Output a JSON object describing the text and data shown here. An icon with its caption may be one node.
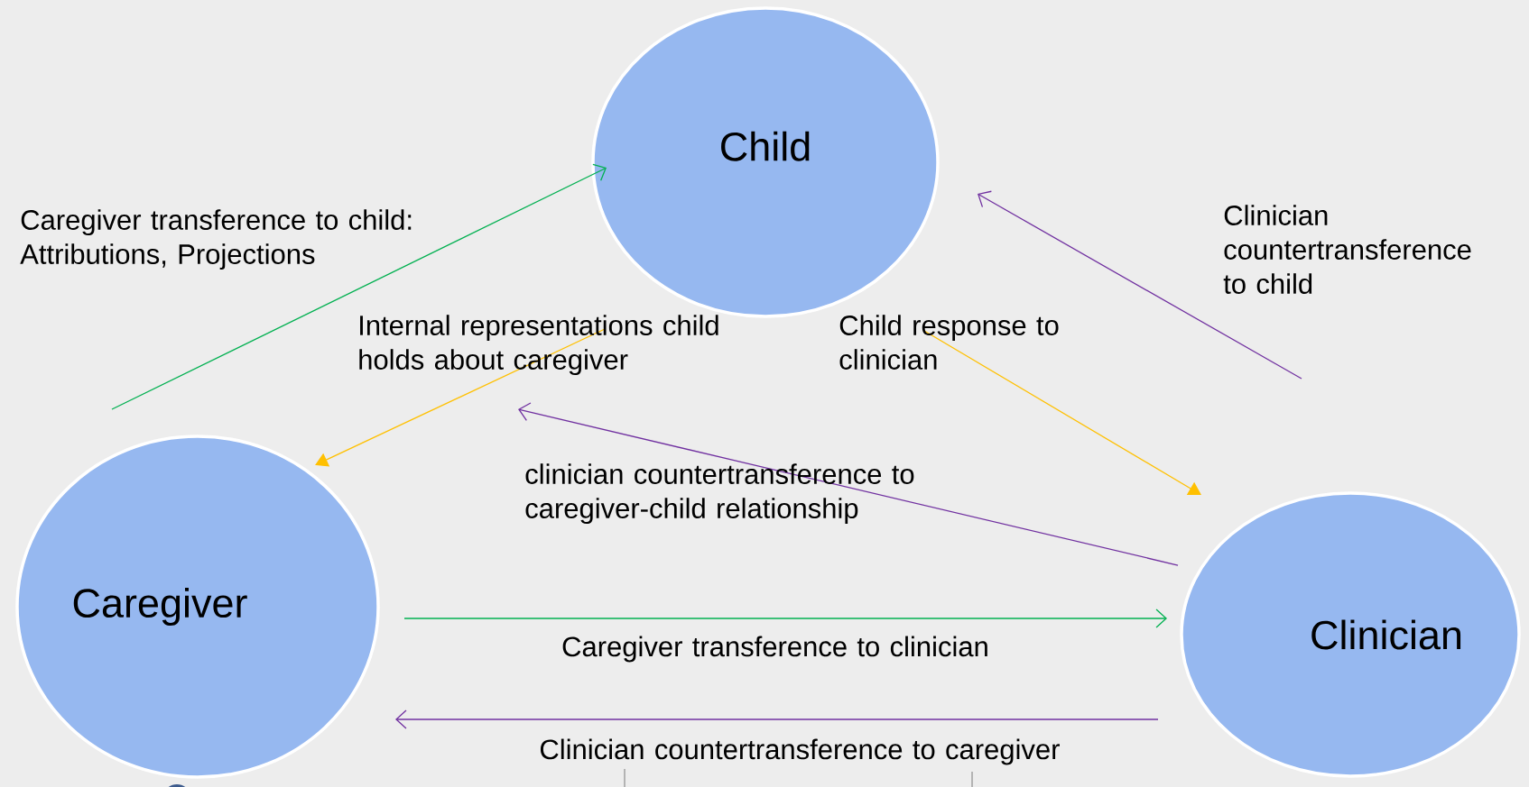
{
  "diagram": {
    "nodes": [
      {
        "text": [
          "Child"
        ]
      },
      {
        "text": [
          "Caregiver"
        ]
      },
      {
        "text": [
          "Clinician"
        ]
      }
    ],
    "edges": [
      {
        "from": 1,
        "to": 0,
        "arrow": "to",
        "color": "#00b050",
        "label": "Caregiver transference to child: Attributions, Projections"
      },
      {
        "from": 0,
        "to": 1,
        "arrow": "to",
        "color": "#ffc000",
        "label": "Internal representations child holds about caregiver"
      },
      {
        "from": null,
        "to": 0,
        "arrow": "to",
        "label": "Clinician countertransference to child"
      },
      {
        "from": 0,
        "to": 2,
        "arrow": "to",
        "color": "#ffc000",
        "label": "Child response to clinician"
      },
      {
        "from": 2,
        "to": null,
        "arrow": "to",
        "label": "clinician countertransference to caregiver-child relationship"
      },
      {
        "from": 1,
        "to": 2,
        "arrow": "to",
        "color": "#00b050",
        "label": "Caregiver transference to clinician"
      },
      {
        "from": 2,
        "to": 1,
        "arrow": "to",
        "label": "Clinician countertransference to caregiver"
      }
    ]
  }
}
